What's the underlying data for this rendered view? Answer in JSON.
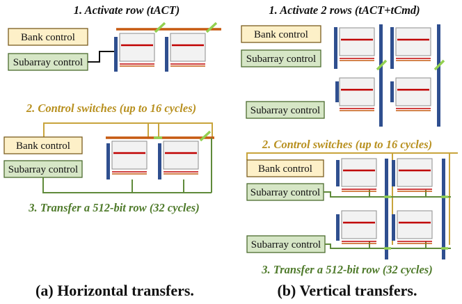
{
  "colors": {
    "bank_fill": "#fdf0c8",
    "bank_stroke": "#7a5c1e",
    "subarray_fill": "#d6e6c6",
    "subarray_stroke": "#4b6b2e",
    "mat_fill": "#f2f2f2",
    "mat_stroke": "#8c8c8c",
    "row_red": "#c00000",
    "sense_amp": "#c65a11",
    "bitline_blue": "#2f4f8f",
    "bus_gold": "#c8a43c",
    "bus_green": "#5f8a3a",
    "switch_green": "#92d050",
    "step_black": "#111111",
    "step_gold": "#b8901f",
    "step_green": "#4e7a2a"
  },
  "panel_a": {
    "step1": "1. Activate row (tACT)",
    "step2": "2. Control switches (up to 16 cycles)",
    "step3": "3. Transfer a 512-bit row (32 cycles)",
    "bank_top": "Bank control",
    "subarray_top": "Subarray control",
    "bank_bottom": "Bank control",
    "subarray_bottom": "Subarray control",
    "caption": "(a) Horizontal transfers."
  },
  "panel_b": {
    "step1": "1. Activate 2 rows (tACT+tCmd)",
    "step2": "2. Control switches (up to 16 cycles)",
    "step3": "3. Transfer a 512-bit row (32 cycles)",
    "bank_top": "Bank control",
    "subarray_top_1": "Subarray control",
    "subarray_top_2": "Subarray control",
    "bank_bottom": "Bank control",
    "subarray_bottom_1": "Subarray control",
    "subarray_bottom_2": "Subarray control",
    "caption": "(b) Vertical transfers."
  }
}
